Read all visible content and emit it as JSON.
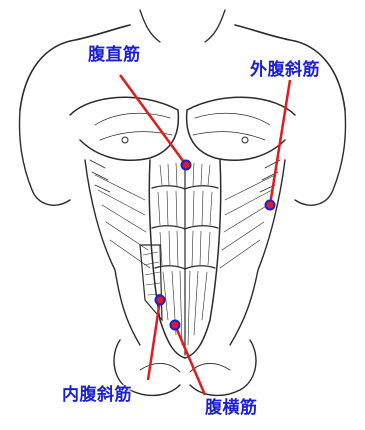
{
  "labels": {
    "rectus": "腹直筋",
    "external_oblique": "外腹斜筋",
    "internal_oblique": "内腹斜筋",
    "transversus": "腹横筋"
  },
  "colors": {
    "label_text": "#1a1fd6",
    "pointer_line": "#e01b1b",
    "pointer_dot_fill": "#e01b1b",
    "pointer_dot_ring": "#1a1fd6",
    "drawing_ink": "#2b2b2b"
  }
}
